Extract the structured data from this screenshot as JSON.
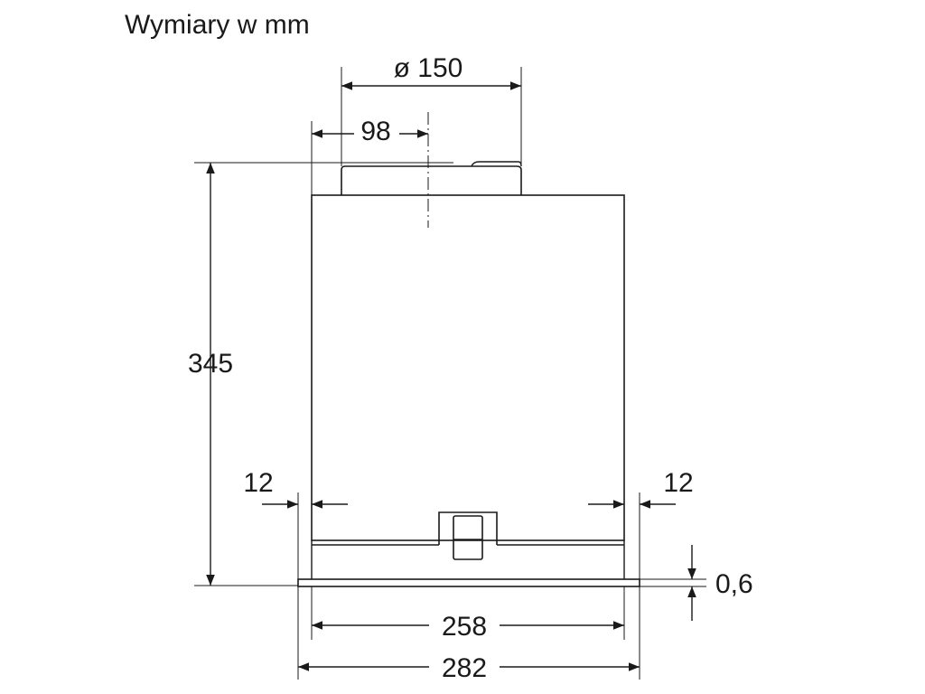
{
  "title": "Wymiary w mm",
  "dimensions": {
    "outlet_diameter": "ø 150",
    "outlet_offset": "98",
    "height": "345",
    "left_inset": "12",
    "right_inset": "12",
    "panel_thickness": "0,6",
    "inner_width": "258",
    "outer_width": "282"
  }
}
